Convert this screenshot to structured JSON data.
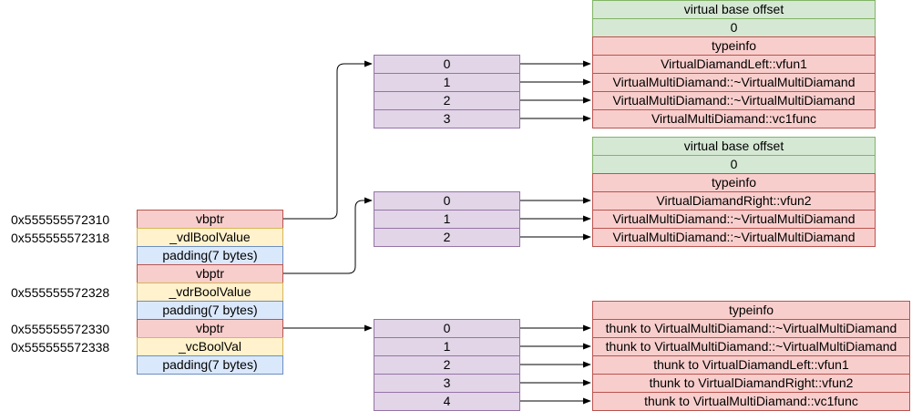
{
  "addresses": [
    "0x555555572310",
    "0x555555572318",
    "0x555555572328",
    "0x555555572330",
    "0x555555572338"
  ],
  "object": [
    {
      "label": "vbptr",
      "kind": "vbptr"
    },
    {
      "label": "_vdlBoolValue",
      "kind": "value"
    },
    {
      "label": "padding(7 bytes)",
      "kind": "padding"
    },
    {
      "label": "vbptr",
      "kind": "vbptr"
    },
    {
      "label": "_vdrBoolValue",
      "kind": "value"
    },
    {
      "label": "padding(7 bytes)",
      "kind": "padding"
    },
    {
      "label": "vbptr",
      "kind": "vbptr"
    },
    {
      "label": "_vcBoolVal",
      "kind": "value"
    },
    {
      "label": "padding(7 bytes)",
      "kind": "padding"
    }
  ],
  "vtable1": {
    "indices": [
      "0",
      "1",
      "2",
      "3"
    ],
    "header": [
      "virtual base offset",
      "0",
      "typeinfo"
    ],
    "entries": [
      "VirtualDiamandLeft::vfun1",
      "VirtualMultiDiamand::~VirtualMultiDiamand",
      "VirtualMultiDiamand::~VirtualMultiDiamand",
      "VirtualMultiDiamand::vc1func"
    ]
  },
  "vtable2": {
    "indices": [
      "0",
      "1",
      "2"
    ],
    "header": [
      "virtual base offset",
      "0",
      "typeinfo"
    ],
    "entries": [
      "VirtualDiamandRight::vfun2",
      "VirtualMultiDiamand::~VirtualMultiDiamand",
      "VirtualMultiDiamand::~VirtualMultiDiamand"
    ]
  },
  "vtable3": {
    "indices": [
      "0",
      "1",
      "2",
      "3",
      "4"
    ],
    "header": [
      "typeinfo"
    ],
    "entries": [
      "thunk to VirtualMultiDiamand::~VirtualMultiDiamand",
      "thunk to VirtualMultiDiamand::~VirtualMultiDiamand",
      "thunk to VirtualDiamandLeft::vfun1",
      "thunk to VirtualDiamandRight::vfun2",
      "thunk to VirtualMultiDiamand::vc1func"
    ]
  },
  "colors": {
    "vbptr_fill": "#f8cecc",
    "value_fill": "#fff2cc",
    "padding_fill": "#dae8fc",
    "index_fill": "#e1d5e7",
    "offset_fill": "#d5e8d4",
    "entry_fill": "#f8cecc"
  }
}
